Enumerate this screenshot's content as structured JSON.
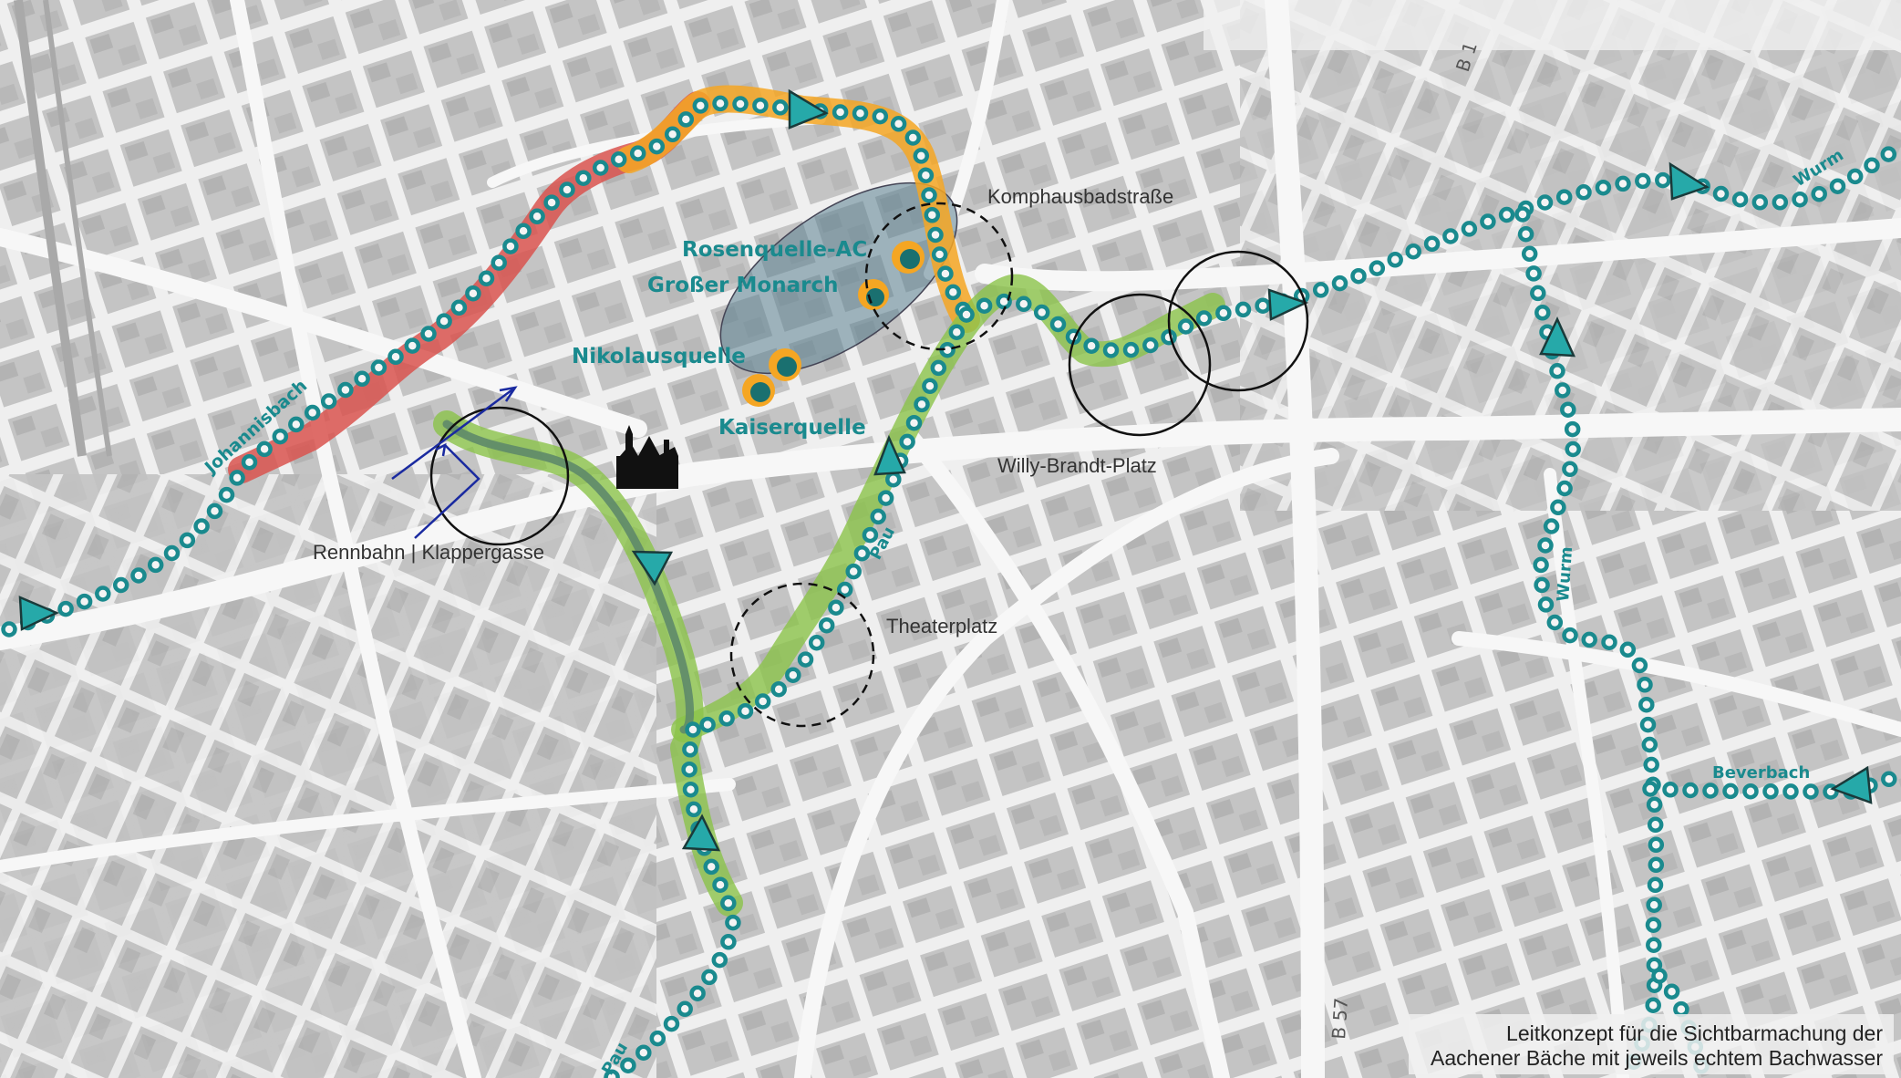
{
  "colors": {
    "background": "#dcdcdc",
    "street": "#f2f2f2",
    "block": "#bdbdbd",
    "teal": "#1a8a8e",
    "green": "#8bc34a",
    "orange": "#f5a623",
    "red": "#d9534f",
    "spring_zone": "#5a7f8f",
    "arrow_dark": "#1a3a3a",
    "annotation_blue": "#1a2aa0"
  },
  "streams": {
    "johannisbach": "Johannisbach",
    "pau_center": "Pau",
    "pau_south": "Pau",
    "wurm_north": "Wurm",
    "wurm_mid": "Wurm",
    "beverbach": "Beverbach"
  },
  "springs": {
    "rosenquelle": "Rosenquelle-AC",
    "grosser_monarch": "Großer Monarch",
    "nikolausquelle": "Nikolausquelle",
    "kaiserquelle": "Kaiserquelle"
  },
  "places": {
    "komphausbadstrasse": "Komphausbadstraße",
    "willy_brandt_platz": "Willy-Brandt-Platz",
    "theaterplatz": "Theaterplatz",
    "rennbahn": "Rennbahn | Klappergasse"
  },
  "road_labels": {
    "b1": "B 1",
    "b57": "B 57"
  },
  "icons": {
    "cathedral": "cathedral-icon",
    "flow_arrow": "flow-arrow-icon"
  },
  "caption": {
    "line1": "Leitkonzept für die Sichtbarmachung der",
    "line2": "Aachener Bäche mit jeweils echtem Bachwasser"
  }
}
